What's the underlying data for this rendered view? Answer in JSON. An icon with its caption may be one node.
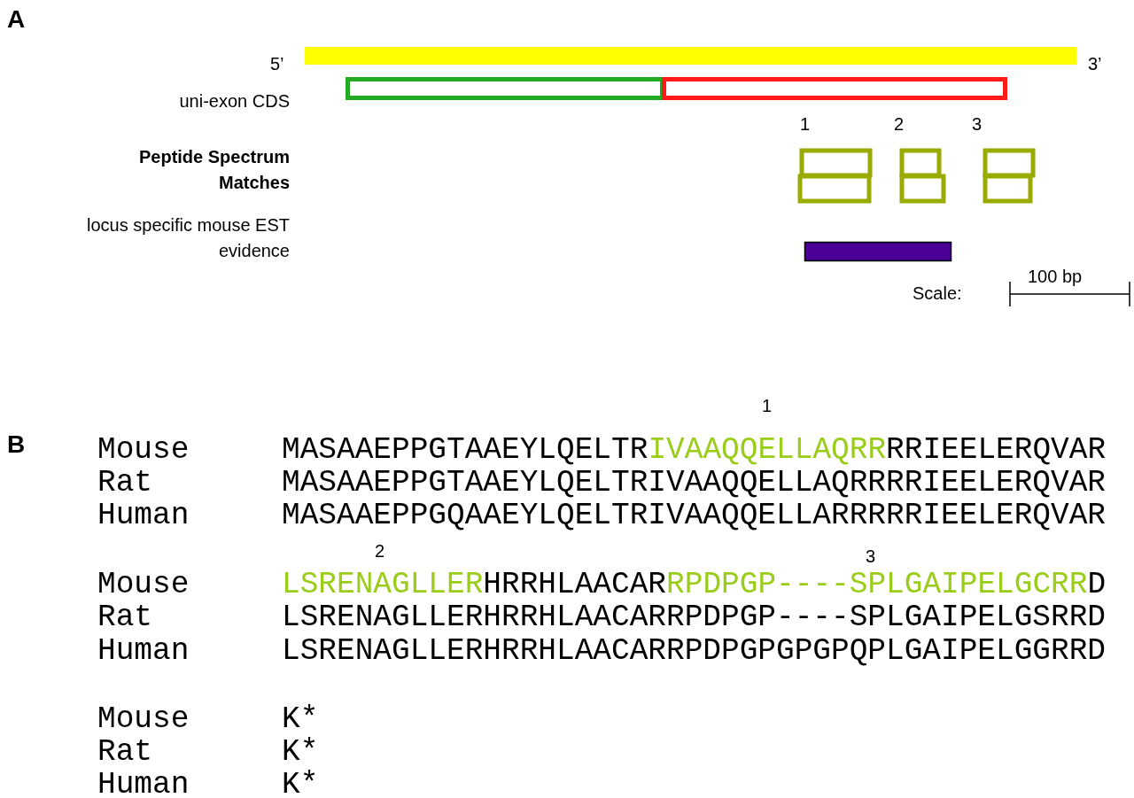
{
  "diagram": {
    "labels": [
      "A",
      "5’",
      "3’",
      "uni-exon CDS",
      "1",
      "2",
      "3",
      "Peptide Spectrum Matches",
      "locus specific mouse EST evidence",
      "Scale:",
      "100 bp",
      "1",
      "B",
      "Mouse",
      "MASAAEPPGTAAEYLQELTR",
      "IVAAQQELLAQRR",
      "RRIEELERQVAR",
      "Rat",
      "MASAAEPPGTAAEYLQELTRIVAAQQELLAQRRRRIEELERQVAR",
      "Human",
      "MASAAEPPGQAAEYLQELTRIVAAQQELLARRRRRIEELERQVAR",
      "2",
      "3",
      "Mouse",
      "LSRENAGLLER",
      "HRRHLAACAR",
      "RPDPGP----SPLGAIPELGCRR",
      "D",
      "Rat",
      "LSRENAGLLERHRRHLAACARRPDPGP----SPLGAIPELGSRRD",
      "Human",
      "LSRENAGLLERHRRHLAACARRPDPGPGPGPQPLGAIPELGGRRD",
      "Mouse",
      "K*",
      "Rat",
      "K*",
      "Human",
      "K*"
    ]
  }
}
